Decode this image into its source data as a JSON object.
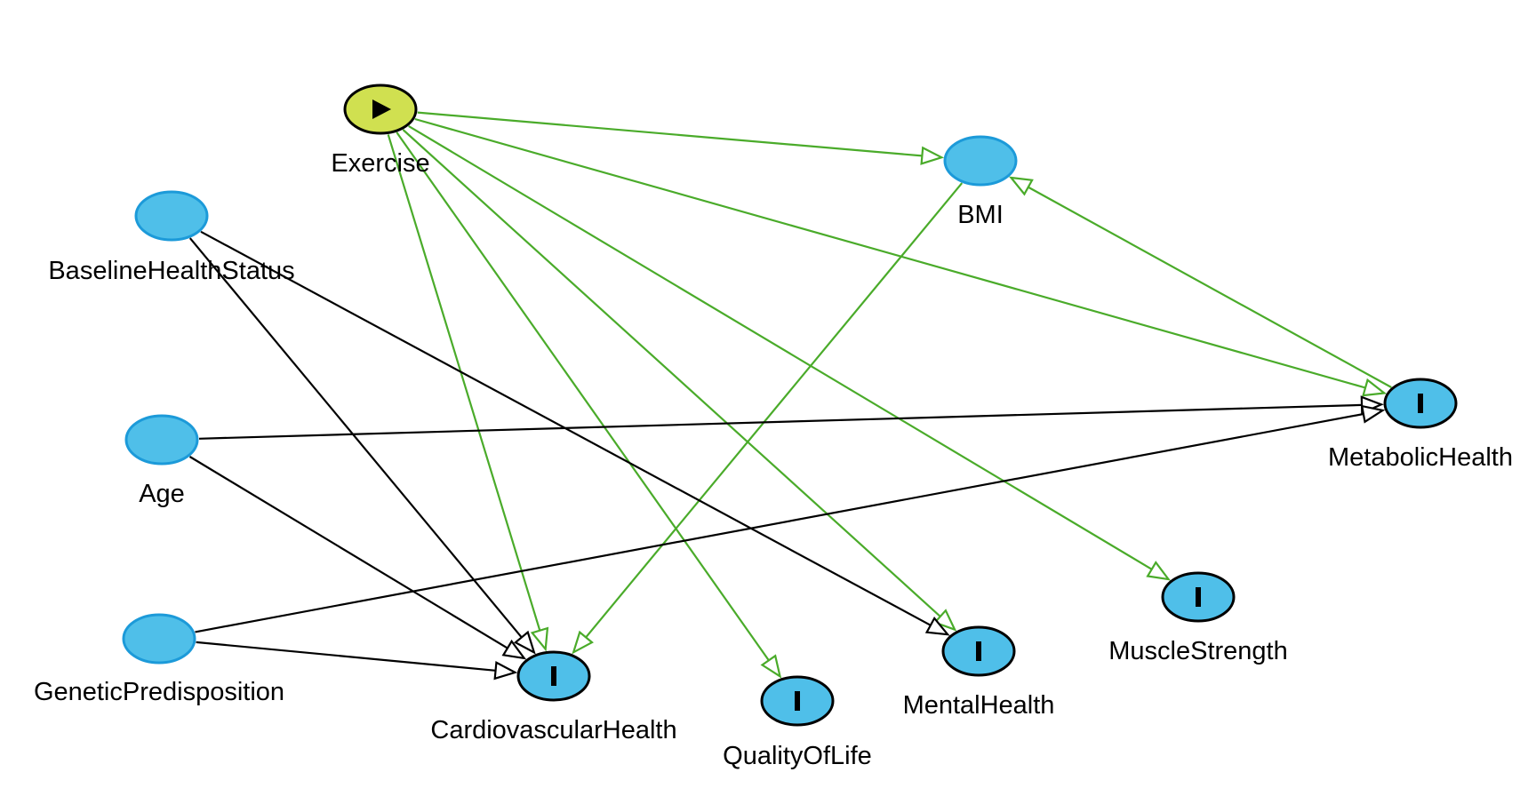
{
  "colors": {
    "background": "#ffffff",
    "exposure_node": "#d0e050",
    "outcome_node": "#4fbfe9",
    "other_node": "#4fbfe9",
    "other_node_stroke": "#1c9ad9",
    "node_stroke": "#000000",
    "causal_path_edge": "#4aab2a",
    "biasing_path_edge": "#000000"
  },
  "nodes": [
    {
      "id": "Exercise",
      "label": "Exercise",
      "type": "exposure",
      "icon": "play-icon"
    },
    {
      "id": "BMI",
      "label": "BMI",
      "type": "other"
    },
    {
      "id": "BaselineHealthStatus",
      "label": "BaselineHealthStatus",
      "type": "other"
    },
    {
      "id": "Age",
      "label": "Age",
      "type": "other"
    },
    {
      "id": "GeneticPredisposition",
      "label": "GeneticPredisposition",
      "type": "other"
    },
    {
      "id": "MetabolicHealth",
      "label": "MetabolicHealth",
      "type": "outcome",
      "icon": "outcome-bar-icon"
    },
    {
      "id": "MuscleStrength",
      "label": "MuscleStrength",
      "type": "outcome",
      "icon": "outcome-bar-icon"
    },
    {
      "id": "MentalHealth",
      "label": "MentalHealth",
      "type": "outcome",
      "icon": "outcome-bar-icon"
    },
    {
      "id": "QualityOfLife",
      "label": "QualityOfLife",
      "type": "outcome",
      "icon": "outcome-bar-icon"
    },
    {
      "id": "CardiovascularHealth",
      "label": "CardiovascularHealth",
      "type": "outcome",
      "icon": "outcome-bar-icon"
    }
  ],
  "edges": [
    {
      "from": "Exercise",
      "to": "BMI",
      "kind": "causal"
    },
    {
      "from": "Exercise",
      "to": "MetabolicHealth",
      "kind": "causal"
    },
    {
      "from": "Exercise",
      "to": "MuscleStrength",
      "kind": "causal"
    },
    {
      "from": "Exercise",
      "to": "MentalHealth",
      "kind": "causal"
    },
    {
      "from": "Exercise",
      "to": "QualityOfLife",
      "kind": "causal"
    },
    {
      "from": "Exercise",
      "to": "CardiovascularHealth",
      "kind": "causal"
    },
    {
      "from": "MetabolicHealth",
      "to": "BMI",
      "kind": "causal"
    },
    {
      "from": "BMI",
      "to": "CardiovascularHealth",
      "kind": "causal"
    },
    {
      "from": "BaselineHealthStatus",
      "to": "CardiovascularHealth",
      "kind": "biasing"
    },
    {
      "from": "BaselineHealthStatus",
      "to": "MentalHealth",
      "kind": "biasing"
    },
    {
      "from": "Age",
      "to": "MetabolicHealth",
      "kind": "biasing"
    },
    {
      "from": "Age",
      "to": "CardiovascularHealth",
      "kind": "biasing"
    },
    {
      "from": "GeneticPredisposition",
      "to": "MetabolicHealth",
      "kind": "biasing"
    },
    {
      "from": "GeneticPredisposition",
      "to": "CardiovascularHealth",
      "kind": "biasing"
    }
  ]
}
